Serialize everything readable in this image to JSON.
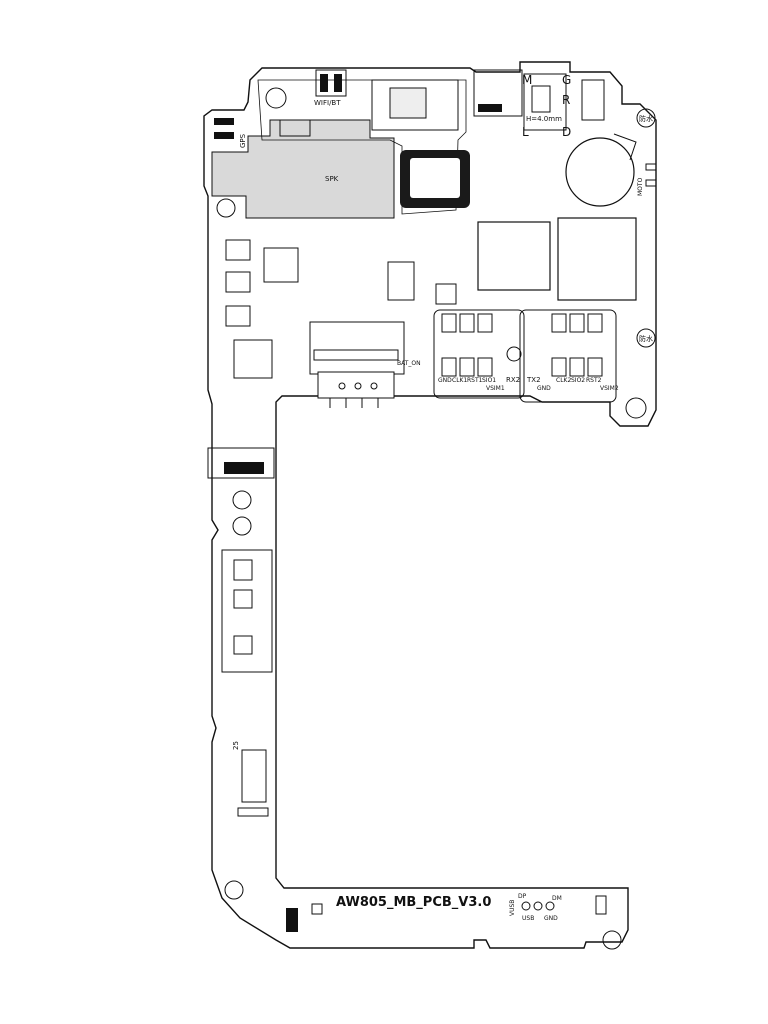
{
  "board": {
    "title": "AW805_MB_PCB_V3.0",
    "speaker_label": "SPK",
    "wifi_label": "WIFI/BT",
    "gps_label": "GPS",
    "motor_label": "MOTO",
    "bat_label": "BAT_ON",
    "thickness_note": "H=4.0mm",
    "connector_letters": [
      "M",
      "G",
      "R",
      "L",
      "D"
    ],
    "sim1_labels": [
      "GND",
      "CLK1",
      "RST1",
      "SIO1",
      "VSIM1"
    ],
    "sim2_labels": [
      "CLK2",
      "SIO2",
      "RST2",
      "GND",
      "VSIM2"
    ],
    "rx_label": "RX2",
    "tx_label": "TX2",
    "usb_labels": [
      "DP",
      "DM",
      "VUSB",
      "USB",
      "GND"
    ],
    "side_number": "25",
    "stamp_text": "防水",
    "colors": {
      "ink": "#111111",
      "paper": "#ffffff",
      "shade": "#d9d9d9",
      "dark": "#1a1a1a"
    }
  }
}
